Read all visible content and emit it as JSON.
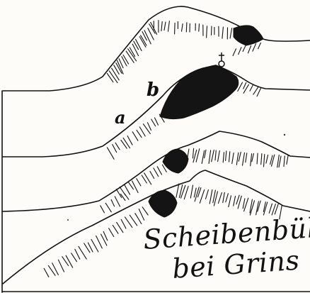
{
  "figure": {
    "caption": {
      "line1": "Scheibenbühel",
      "line2": "bei Grins"
    },
    "markers": {
      "a": "a",
      "b": "b"
    },
    "colors": {
      "ink": "#111111",
      "paper": "#fdfcf9"
    },
    "icons": [
      "chapel-cross-icon"
    ]
  }
}
